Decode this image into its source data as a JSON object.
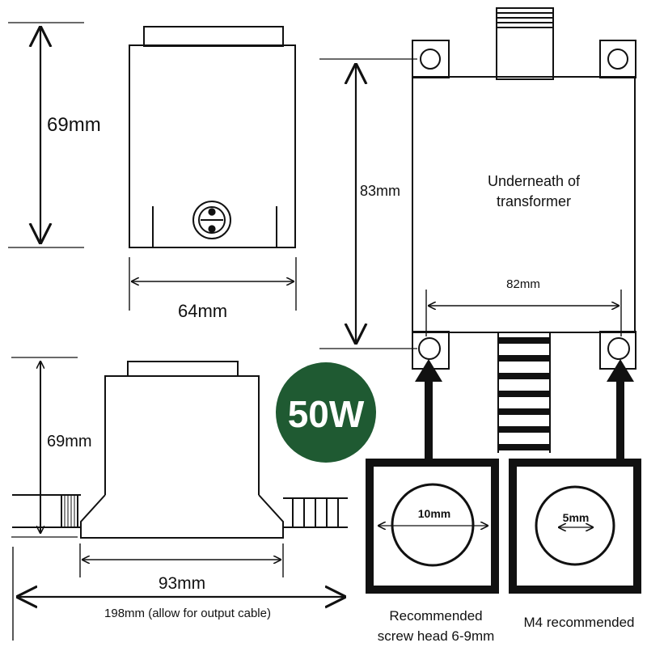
{
  "colors": {
    "ink": "#111111",
    "badge": "#1f5a32",
    "badge_text": "#ffffff",
    "background": "#ffffff"
  },
  "front_view": {
    "height_label": "69mm",
    "width_label": "64mm"
  },
  "underside_view": {
    "title_line1": "Underneath of",
    "title_line2": "transformer",
    "height_label": "83mm",
    "hole_spacing_label": "82mm"
  },
  "side_view": {
    "height_label": "69mm",
    "base_width_label": "93mm",
    "overall_label": "198mm (allow for output cable)"
  },
  "badge": {
    "text": "50W"
  },
  "detail_left": {
    "hole_label": "10mm",
    "caption_line1": "Recommended",
    "caption_line2": "screw head 6-9mm"
  },
  "detail_right": {
    "hole_label": "5mm",
    "caption": "M4 recommended"
  }
}
